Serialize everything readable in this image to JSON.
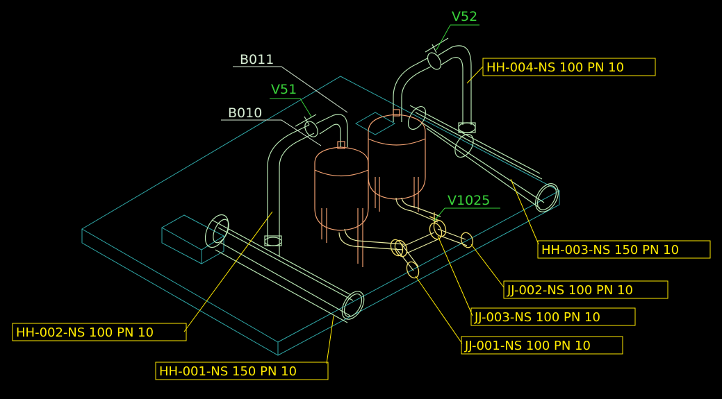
{
  "colors": {
    "background": "#000000",
    "base_plate": "#2fa7a7",
    "pipe": "#b9e6b4",
    "pipe_alt": "#e6e9a0",
    "vessel": "#f0a070",
    "valve_cw": "#f5e26a",
    "yellow_label": "#ffea00",
    "green_label": "#39d43a",
    "white_label": "#d7ecd4",
    "leader": "#b6b6b6"
  },
  "labels": {
    "v52": "V52",
    "v51": "V51",
    "v1025": "V1025",
    "b011": "B011",
    "b010": "B010",
    "hh004": "HH-004-NS 100 PN 10",
    "hh003": "HH-003-NS 150 PN 10",
    "hh002": "HH-002-NS 100 PN 10",
    "hh001": "HH-001-NS 150 PN 10",
    "jj002": "JJ-002-NS 100 PN 10",
    "jj003": "JJ-003-NS 100 PN 10",
    "jj001": "JJ-001-NS 100 PN 10"
  }
}
